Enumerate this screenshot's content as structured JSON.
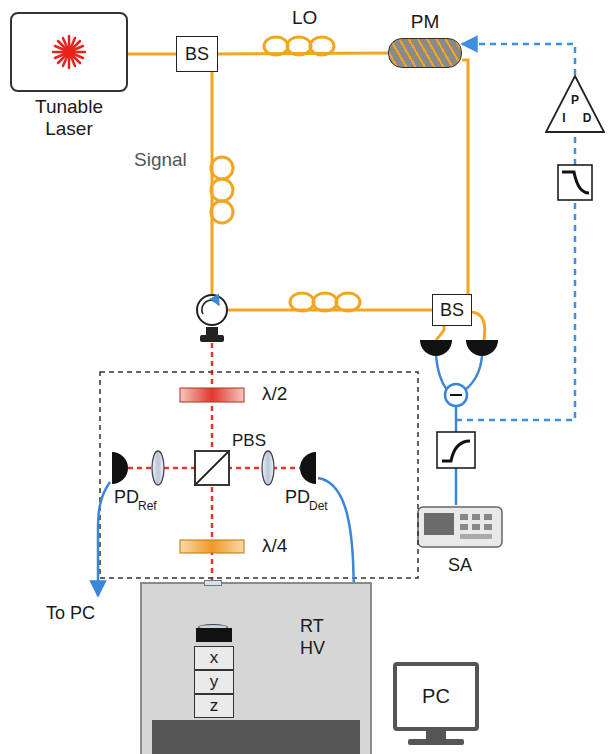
{
  "diagram": {
    "nodes": [
      {
        "text": [
          "Tunable Laser"
        ]
      },
      {
        "text": [
          "BS"
        ]
      },
      {
        "text": [
          "PM"
        ]
      },
      {
        "text": [
          "P",
          "I",
          "D"
        ]
      },
      {
        "text": [
          "BS"
        ]
      },
      {
        "text": [
          "SA"
        ]
      },
      {
        "text": [
          "RT HV"
        ]
      },
      {
        "text": [
          "x"
        ],
        "in": 6
      },
      {
        "text": [
          "y"
        ],
        "in": 6
      },
      {
        "text": [
          "z"
        ],
        "in": 6
      },
      {
        "text": [
          "PC"
        ]
      }
    ],
    "edges": [
      {
        "from": 0,
        "to": 1,
        "arrow": "none"
      },
      {
        "from": 1,
        "to": 2,
        "label": "LO",
        "arrow": "none"
      },
      {
        "from": 1,
        "to": 4,
        "label": "Signal",
        "arrow": "none"
      },
      {
        "from": 2,
        "to": 4,
        "arrow": "none"
      },
      {
        "from": 3,
        "to": 2,
        "arrow": "to"
      }
    ],
    "labels": [
      "λ/2",
      "PBS",
      "PD",
      "Ref",
      "PD",
      "Det",
      "λ/4",
      "To PC"
    ]
  }
}
